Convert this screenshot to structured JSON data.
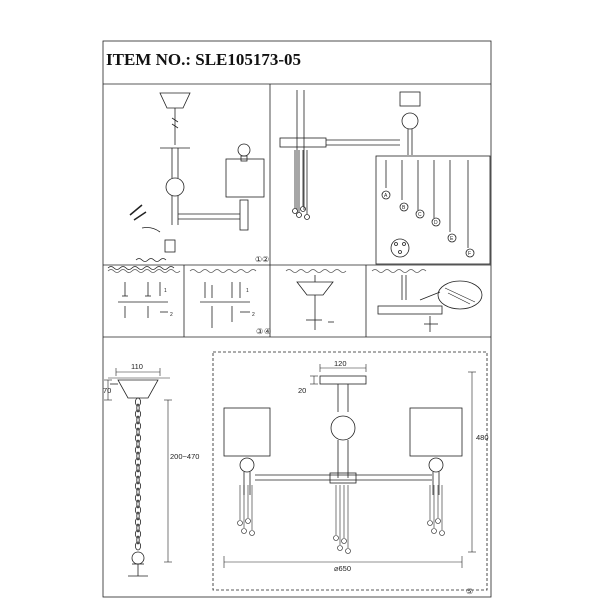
{
  "header": {
    "title": "ITEM NO.: SLE105173-05"
  },
  "steps": [
    "①",
    "②",
    "③",
    "④",
    "⑤"
  ],
  "dimensions": {
    "canopy_width": "110",
    "canopy_height": "70",
    "chain_length": "200~470",
    "plate_width": "120",
    "plate_height": "20",
    "total_height": "480",
    "total_width": "⌀650"
  },
  "part_labels": [
    "A",
    "B",
    "C",
    "D",
    "E",
    "F"
  ],
  "hardware_labels": [
    "1",
    "2"
  ],
  "colors": {
    "line": "#222222",
    "light": "#888888"
  }
}
